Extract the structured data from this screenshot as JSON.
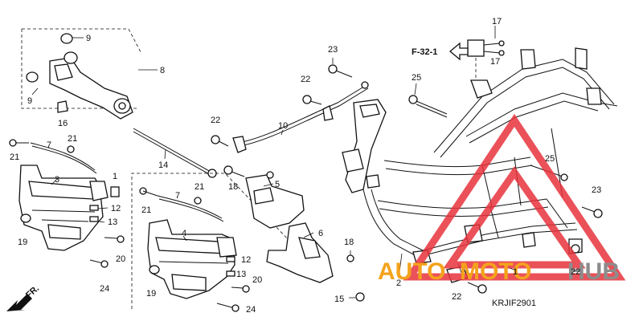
{
  "diagram": {
    "reference_label": "F-32-1",
    "diagram_code": "KRJIF2901",
    "direction_label": "FR.",
    "callouts": {
      "c1a": "1",
      "c1b": "1",
      "c2": "2",
      "c3": "3",
      "c4": "4",
      "c5": "5",
      "c6": "6",
      "c7a": "7",
      "c7b": "7",
      "c8": "8",
      "c9a": "9",
      "c9b": "9",
      "c10": "10",
      "c12a": "12",
      "c12b": "12",
      "c13a": "13",
      "c13b": "13",
      "c14": "14",
      "c15": "15",
      "c16": "16",
      "c17a": "17",
      "c17b": "17",
      "c18a": "18",
      "c18b": "18",
      "c19a": "19",
      "c19b": "19",
      "c20a": "20",
      "c20b": "20",
      "c21a": "21",
      "c21b": "21",
      "c21c": "21",
      "c21d": "21",
      "c22a": "22",
      "c22b": "22",
      "c22c": "22",
      "c22d": "22",
      "c23a": "23",
      "c23b": "23",
      "c24a": "24",
      "c24b": "24",
      "c25a": "25",
      "c25b": "25"
    }
  },
  "watermark": {
    "text_auto": "AUTO",
    "text_moto": "MOTO",
    "text_hub": "HUB",
    "colors": {
      "red": "#e8323c",
      "orange": "#f4a31c",
      "gray": "#8c8c8c"
    }
  }
}
